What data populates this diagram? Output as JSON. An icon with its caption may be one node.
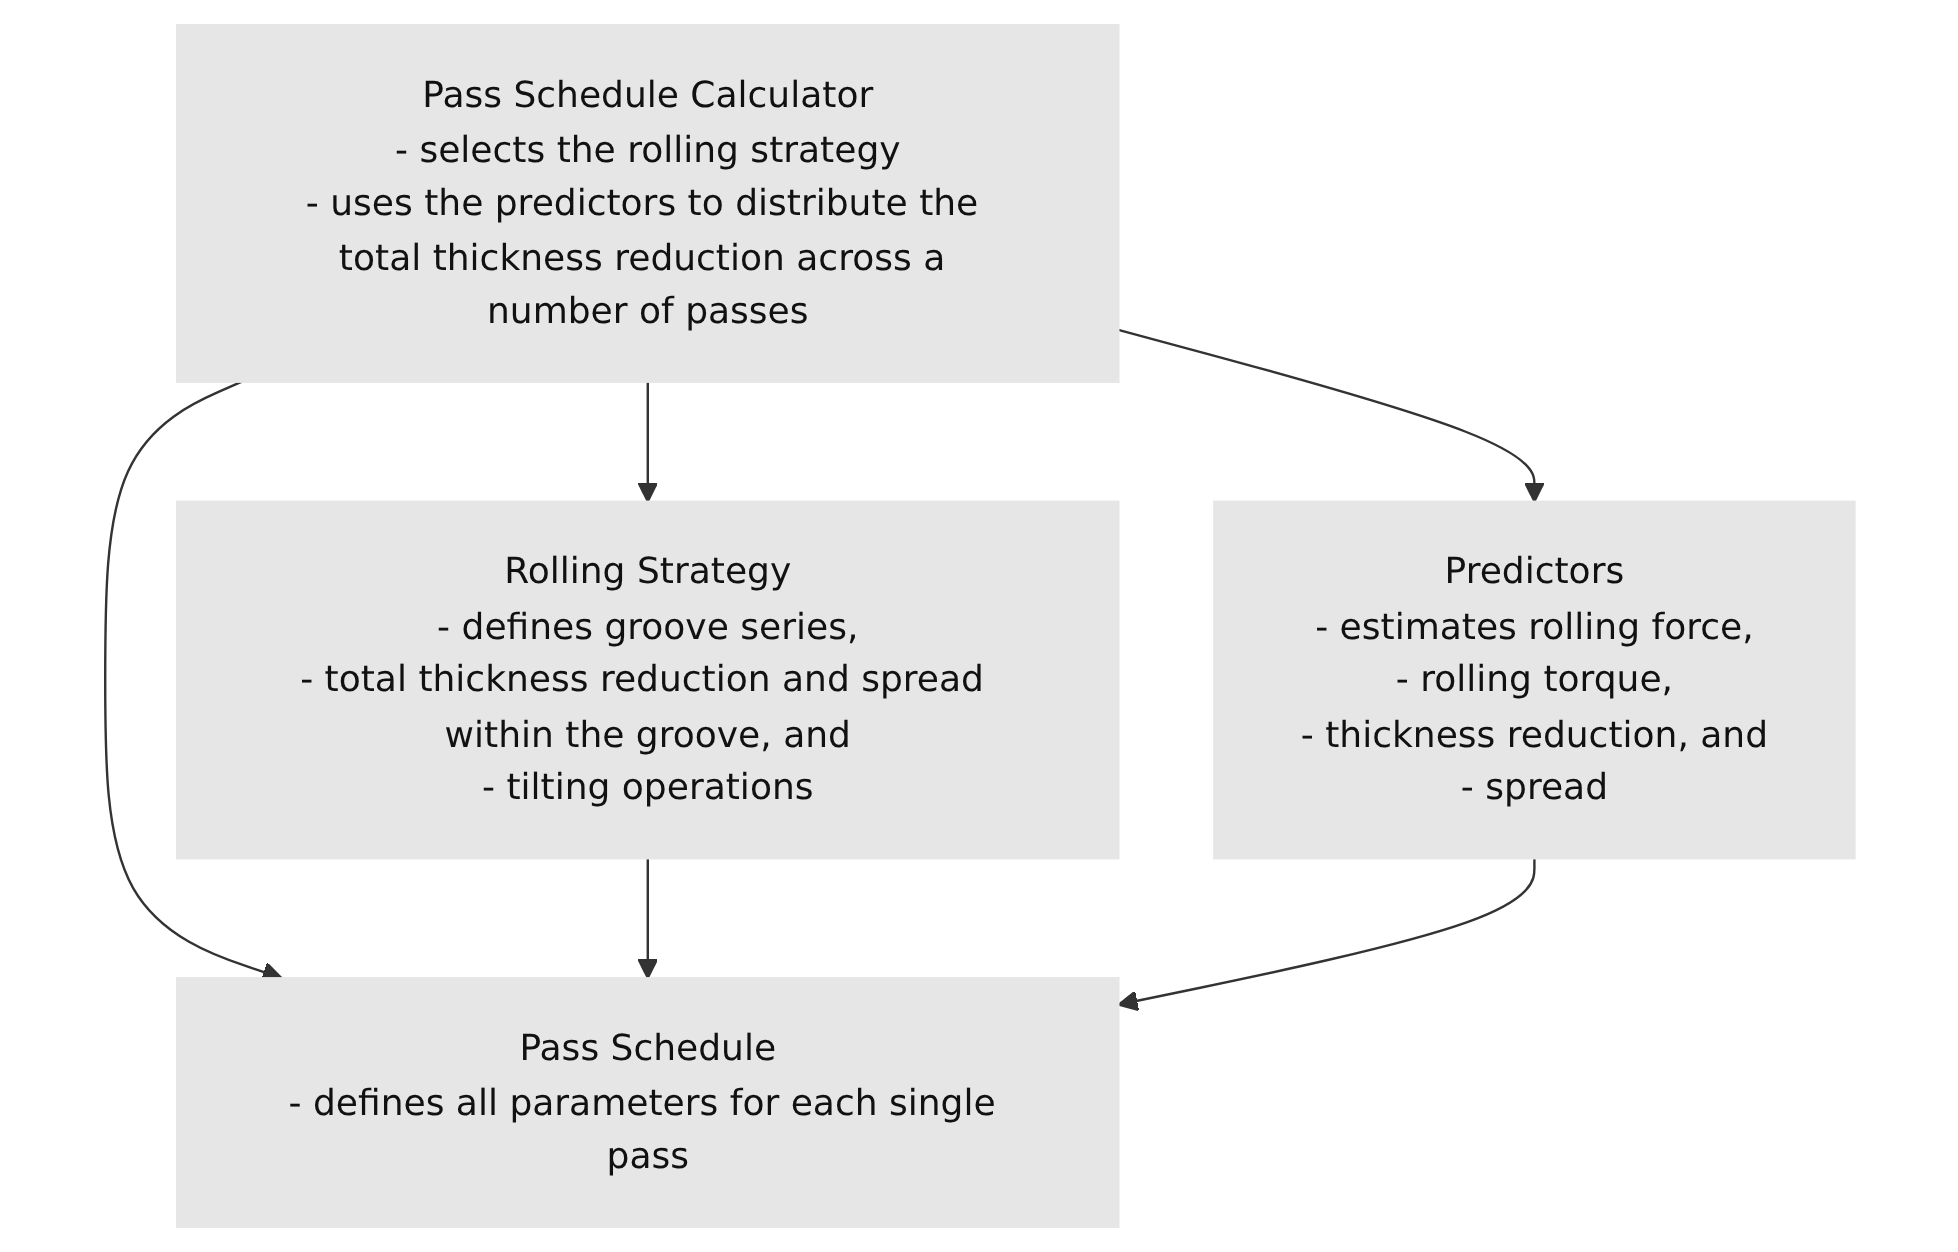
{
  "diagram": {
    "nodes": [
      {
        "text": [
          "Pass Schedule Calculator",
          "- selects the rolling strategy",
          "- uses the predictors to distribute the total thickness reduction across a number of passes"
        ]
      },
      {
        "text": [
          "Rolling Strategy",
          "- defines groove series,",
          "- total thickness reduction and spread within the groove, and",
          "- tilting operations"
        ]
      },
      {
        "text": [
          "Pass Schedule",
          "- defines all parameters for each single pass"
        ]
      },
      {
        "text": [
          "Predictors",
          "- estimates rolling force,",
          "- rolling torque,",
          "- thickness reduction, and",
          "- spread"
        ]
      }
    ],
    "edges": [
      {
        "from": 0,
        "to": 1,
        "arrow": "to"
      },
      {
        "from": 0,
        "to": 2,
        "arrow": "to"
      },
      {
        "from": 0,
        "to": 3,
        "arrow": "to"
      },
      {
        "from": 1,
        "to": 2,
        "arrow": "to"
      },
      {
        "from": 3,
        "to": 2,
        "arrow": "to"
      }
    ]
  }
}
